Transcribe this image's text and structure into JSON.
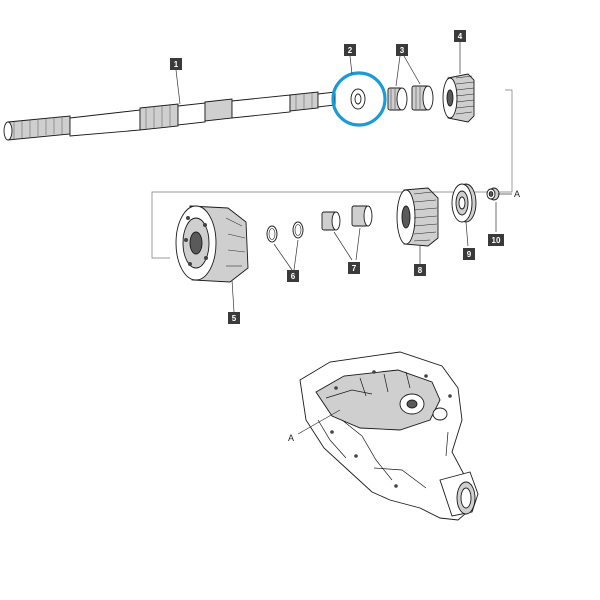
{
  "callouts": [
    "1",
    "2",
    "3",
    "4",
    "5",
    "6",
    "7",
    "8",
    "9",
    "10"
  ],
  "ref_label": "A",
  "colors": {
    "highlight": "#1a9ad6",
    "callout_bg": "#3a3a3a",
    "callout_text": "#ffffff"
  }
}
